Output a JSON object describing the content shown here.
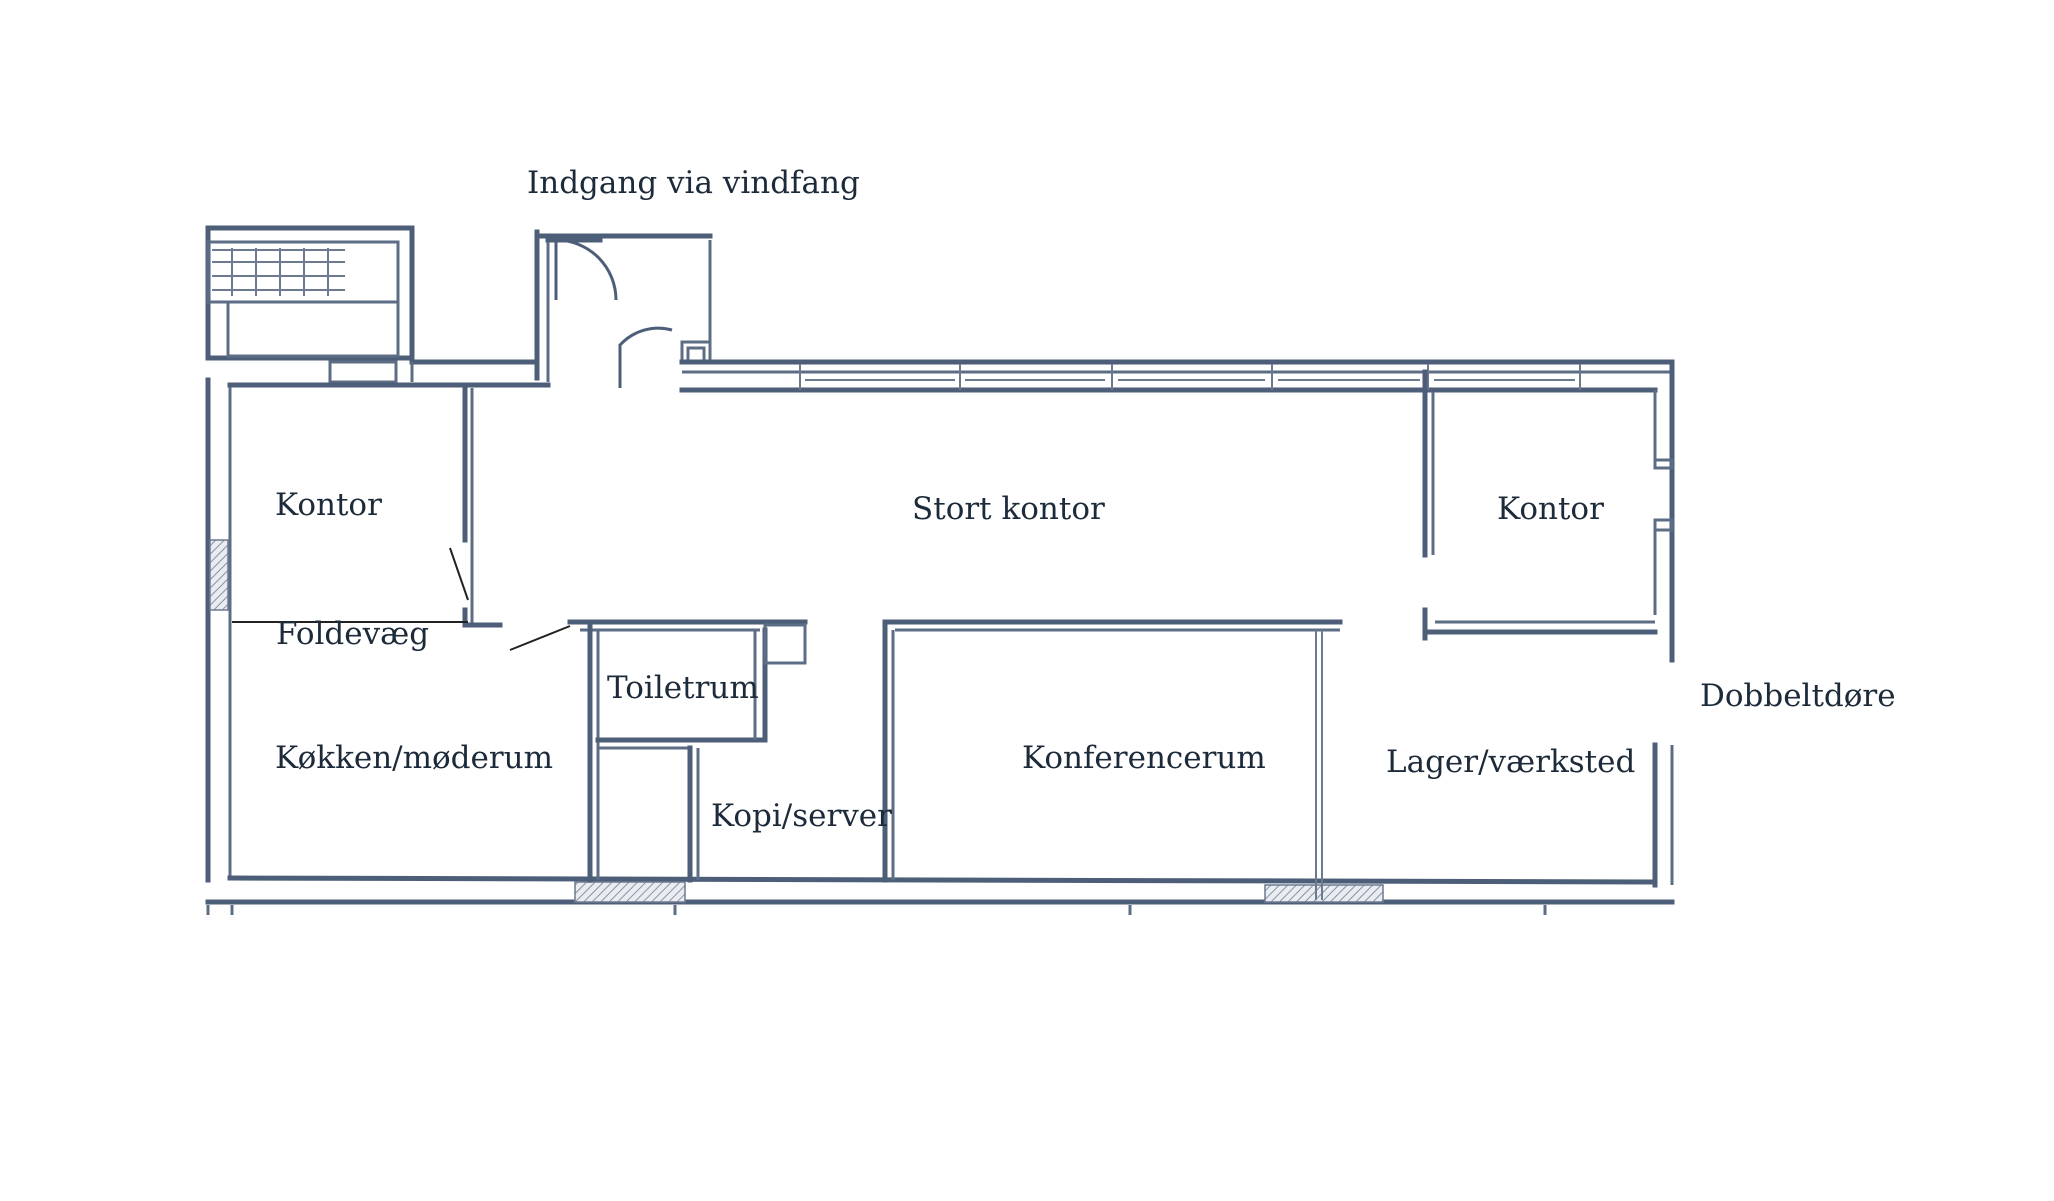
{
  "labels": {
    "entrance": "Indgang via vindfang",
    "office_left": "Kontor",
    "big_office": "Stort kontor",
    "office_right": "Kontor",
    "folding_wall": "Foldevæg",
    "toilet": "Toiletrum",
    "kitchen": "Køkken/møderum",
    "copy_server": "Kopi/server",
    "conference": "Konferencerum",
    "storage_workshop": "Lager/værksted",
    "double_doors": "Dobbeltdøre"
  },
  "colors": {
    "wall": "#4d5e78",
    "text": "#1c2a3a",
    "annotation_line": "#222222"
  }
}
